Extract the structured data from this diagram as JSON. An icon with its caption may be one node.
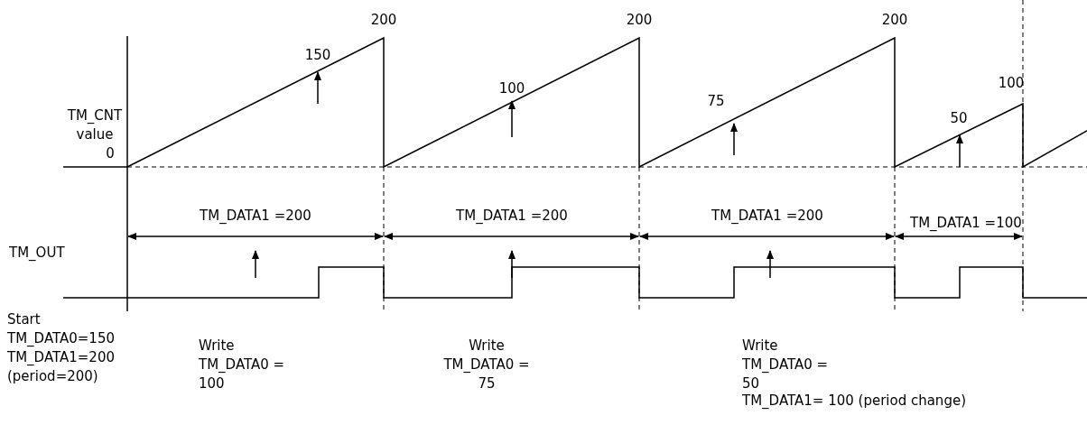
{
  "diagram": {
    "labels": [
      "200",
      "200",
      "200",
      "150",
      "100",
      "TM_CNT value",
      "75",
      "100",
      "50",
      "0",
      "TM_DATA1 =200",
      "TM_DATA1 =200",
      "TM_DATA1 =200",
      "TM_DATA1 =100",
      "TM_OUT",
      "Start TM_DATA0=150 TM_DATA1=200 (period=200)",
      "Write TM_DATA0 = 100",
      "Write TM_DATA0 = 75",
      "Write TM_DATA0 = 50",
      "TM_DATA1= 100 (period change)"
    ]
  }
}
